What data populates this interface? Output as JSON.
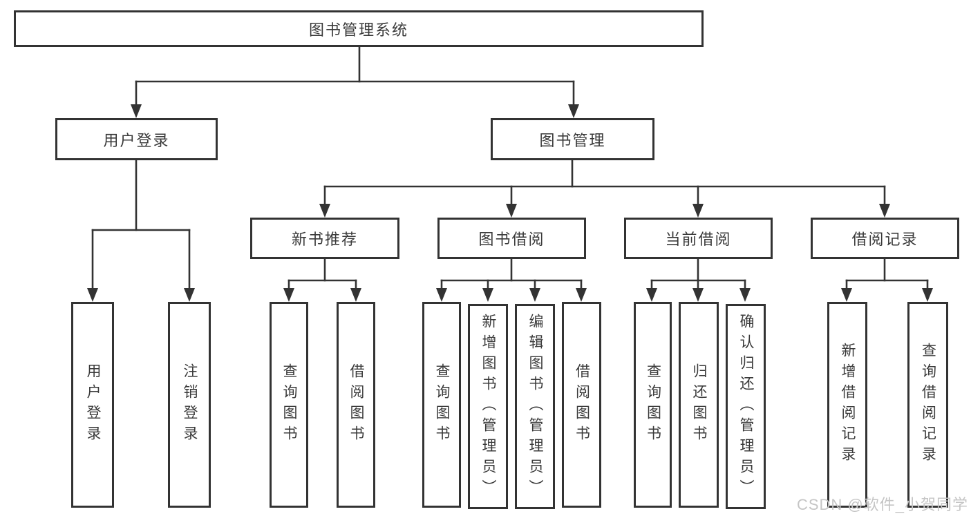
{
  "diagram": {
    "root": {
      "label": "图书管理系统"
    },
    "branches": [
      {
        "label": "用户登录",
        "children": [
          {
            "label": "用户登录"
          },
          {
            "label": "注销登录"
          }
        ]
      },
      {
        "label": "图书管理",
        "children": [
          {
            "label": "新书推荐",
            "children": [
              {
                "label": "查询图书"
              },
              {
                "label": "借阅图书"
              }
            ]
          },
          {
            "label": "图书借阅",
            "children": [
              {
                "label": "查询图书"
              },
              {
                "label": "新增图书（管理员）"
              },
              {
                "label": "编辑图书（管理员）"
              },
              {
                "label": "借阅图书"
              }
            ]
          },
          {
            "label": "当前借阅",
            "children": [
              {
                "label": "查询图书"
              },
              {
                "label": "归还图书"
              },
              {
                "label": "确认归还（管理员）"
              }
            ]
          },
          {
            "label": "借阅记录",
            "children": [
              {
                "label": "新增借阅记录"
              },
              {
                "label": "查询借阅记录"
              }
            ]
          }
        ]
      }
    ]
  },
  "watermark": {
    "text": "CSDN @软件_小贺同学"
  },
  "colors": {
    "line": "#333333",
    "border": "#333333",
    "text": "#3a3a3a",
    "box_background": "#ffffff",
    "page_background": "#ffffff",
    "watermark": "#c5c5c5"
  }
}
